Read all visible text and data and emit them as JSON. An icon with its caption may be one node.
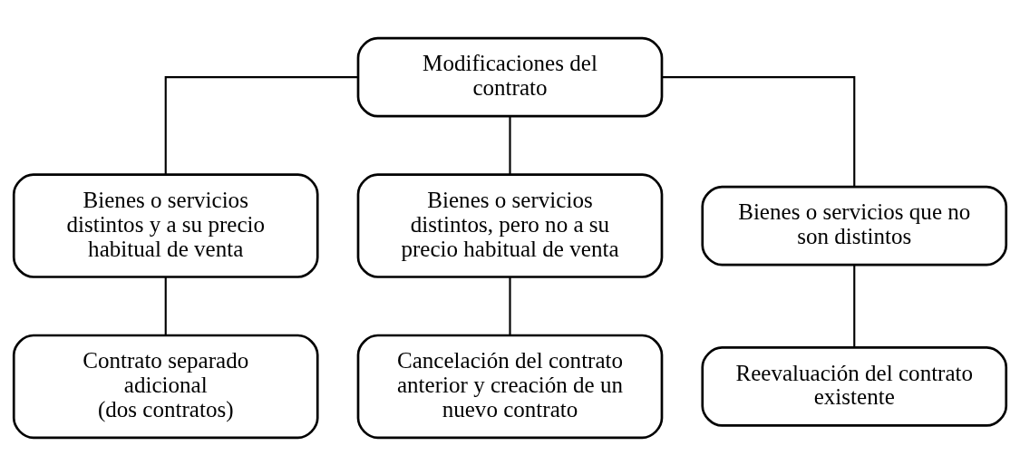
{
  "diagram": {
    "nodes": [
      {
        "text": [
          "Modificaciones del contrato"
        ]
      },
      {
        "text": [
          "Bienes o servicios distintos y a su precio habitual de venta"
        ]
      },
      {
        "text": [
          "Bienes o servicios distintos, pero no a su precio habitual de venta"
        ]
      },
      {
        "text": [
          "Bienes o servicios que no son distintos"
        ]
      },
      {
        "text": [
          "Contrato separado adicional",
          "(dos contratos)"
        ]
      },
      {
        "text": [
          "Cancelación del contrato anterior y creación de un nuevo contrato"
        ]
      },
      {
        "text": [
          "Reevaluación del contrato existente"
        ]
      }
    ],
    "edges": [
      {
        "from": 0,
        "to": 1,
        "arrow": "none"
      },
      {
        "from": 0,
        "to": 2,
        "arrow": "none"
      },
      {
        "from": 0,
        "to": 3,
        "arrow": "none"
      },
      {
        "from": 1,
        "to": 4,
        "arrow": "none"
      },
      {
        "from": 2,
        "to": 5,
        "arrow": "none"
      },
      {
        "from": 3,
        "to": 6,
        "arrow": "none"
      }
    ]
  }
}
